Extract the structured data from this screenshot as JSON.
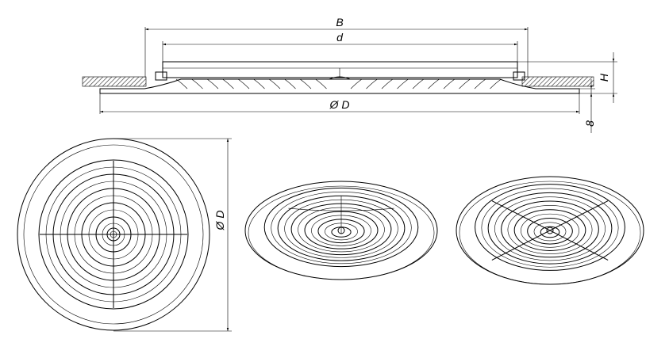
{
  "labels": {
    "overall_width": "B",
    "inner_width": "d",
    "height": "H",
    "outer_diameter_section": "Ø D",
    "outer_diameter_plan": "Ø D",
    "flange_thickness": "8"
  }
}
